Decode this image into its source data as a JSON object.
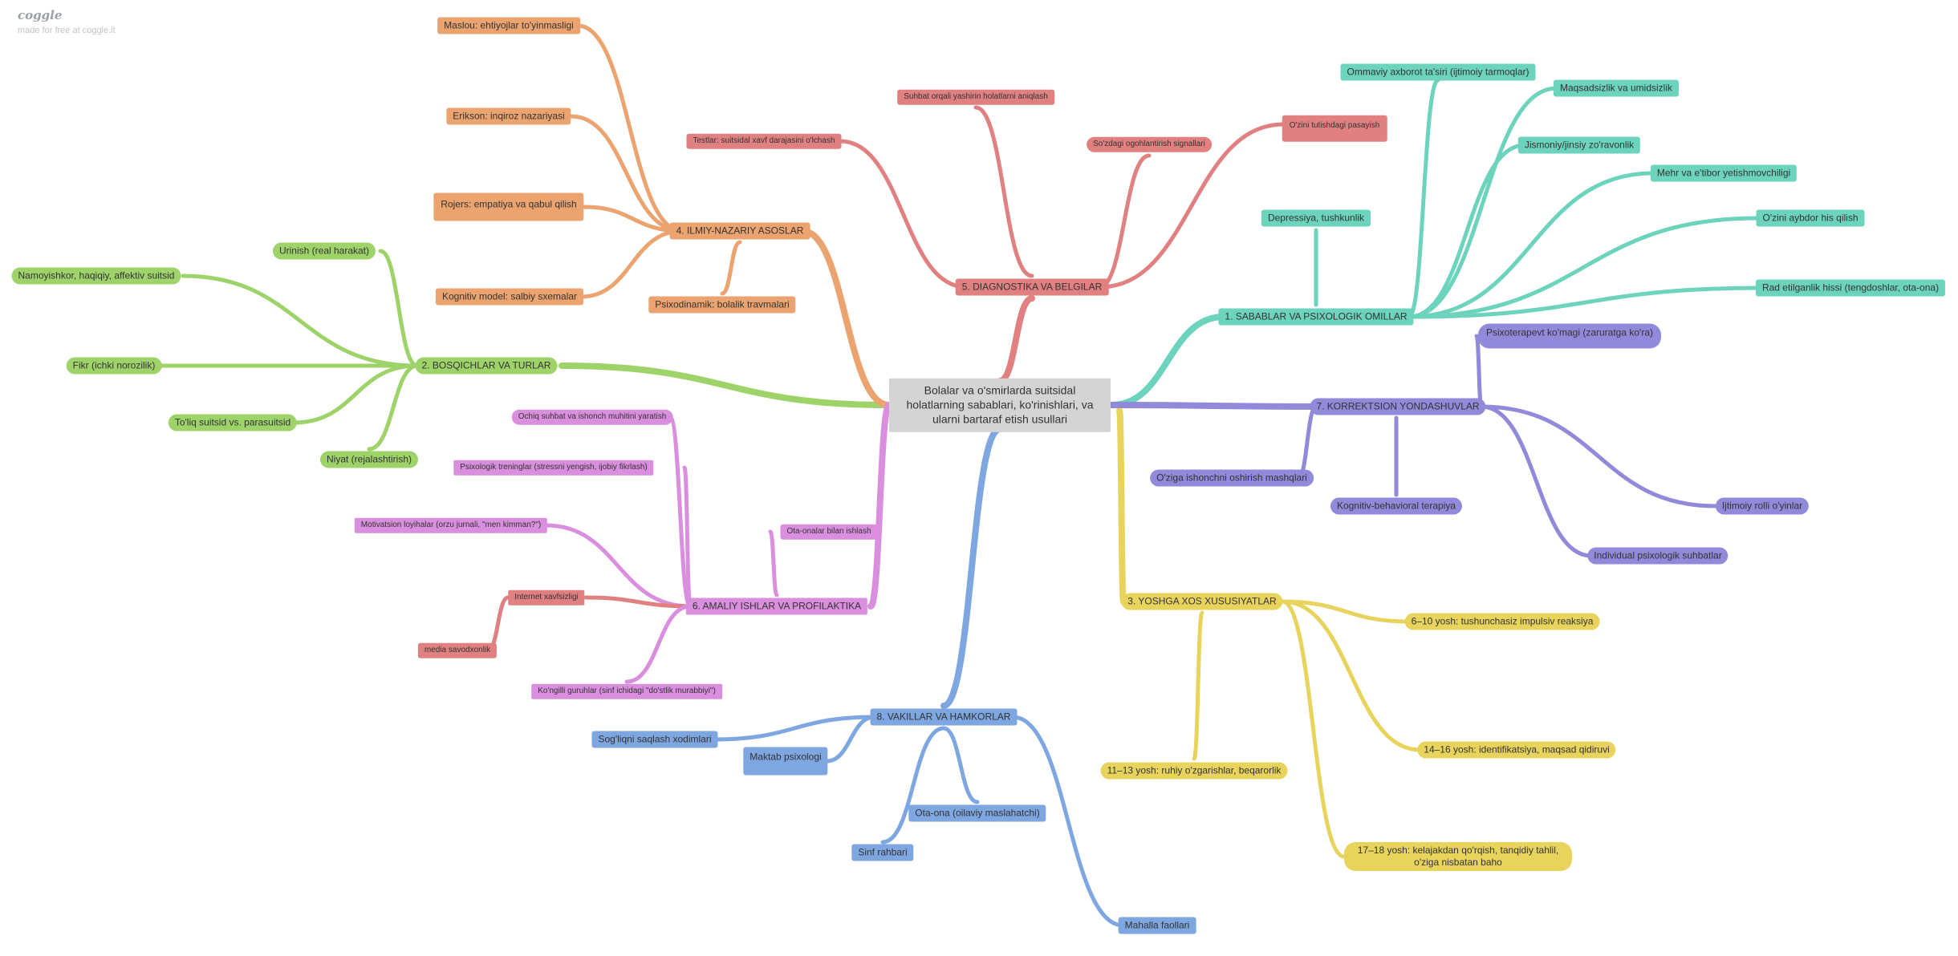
{
  "brand": {
    "logo": "coggle",
    "tagline": "made for free at coggle.it"
  },
  "colors": {
    "root": "#d4d4d4",
    "teal": "#6cd3bc",
    "green": "#9ed36a",
    "orange": "#eba36f",
    "red": "#e08080",
    "purple": "#9189da",
    "yellow": "#e8d35c",
    "pink": "#da8fde",
    "blue": "#7ea6e0"
  },
  "root": {
    "text": "Bolalar va o'smirlarda suitsidal holatlarning sabablari, ko'rinishlari, va ularni bartaraf etish usullari"
  },
  "branches": [
    {
      "id": "b1",
      "label": "1. SABABLAR VA PSIXOLOGIK OMILLAR",
      "color": "teal",
      "children": [
        {
          "label": "Ommaviy axborot ta'siri (ijtimoiy tarmoqlar)"
        },
        {
          "label": "Maqsadsizlik va umidsizlik"
        },
        {
          "label": "Jismoniy/jinsiy zo'ravonlik"
        },
        {
          "label": "Mehr va e'tibor yetishmovchiligi"
        },
        {
          "label": "O'zini aybdor his qilish"
        },
        {
          "label": "Rad etilganlik hissi (tengdoshlar, ota-ona)"
        },
        {
          "label": "Depressiya, tushkunlik"
        }
      ]
    },
    {
      "id": "b2",
      "label": "2. BOSQICHLAR VA TURLAR",
      "color": "green",
      "children": [
        {
          "label": "Urinish (real harakat)"
        },
        {
          "label": "Namoyishkor, haqiqiy, affektiv suitsid"
        },
        {
          "label": "Fikr (ichki norozilik)"
        },
        {
          "label": "To'liq suitsid vs. parasuitsid"
        },
        {
          "label": "Niyat (rejalashtirish)"
        }
      ]
    },
    {
      "id": "b3",
      "label": "3. YOSHGA XOS XUSUSIYATLAR",
      "color": "yellow",
      "children": [
        {
          "label": "6–10 yosh: tushunchasiz impulsiv reaksiya"
        },
        {
          "label": "11–13 yosh: ruhiy o'zgarishlar, beqarorlik"
        },
        {
          "label": "14–16 yosh: identifikatsiya, maqsad qidiruvi"
        },
        {
          "label": "17–18 yosh: kelajakdan qo'rqish, tanqidiy tahlil, o'ziga nisbatan baho"
        }
      ]
    },
    {
      "id": "b4",
      "label": "4. ILMIY-NAZARIY ASOSLAR",
      "color": "orange",
      "children": [
        {
          "label": "Maslou: ehtiyojlar to'yinmasligi"
        },
        {
          "label": "Erikson: inqiroz nazariyasi"
        },
        {
          "label": "Rojers: empatiya va qabul qilish"
        },
        {
          "label": "Kognitiv model: salbiy sxemalar"
        },
        {
          "label": "Psixodinamik: bolalik travmalari"
        }
      ]
    },
    {
      "id": "b5",
      "label": "5. DIAGNOSTIKA VA BELGILAR",
      "color": "red",
      "children": [
        {
          "label": "Suhbat orqali yashirin holatlarni aniqlash"
        },
        {
          "label": "Testlar: suitsidal xavf darajasini o'lchash"
        },
        {
          "label": "So'zdagi ogohlantirish signallari"
        },
        {
          "label": "O'zini tutishdagi pasayish"
        }
      ]
    },
    {
      "id": "b6",
      "label": "6. AMALIY ISHLAR VA PROFILAKTIKA",
      "color": "pink",
      "children": [
        {
          "label": "Ochiq suhbat va ishonch muhitini yaratish"
        },
        {
          "label": "Psixologik treninglar (stressni yengish, ijobiy fikrlash)"
        },
        {
          "label": "Motivatsion loyihalar (orzu jurnali, \"men kimman?\")"
        },
        {
          "label": "Ota-onalar bilan ishlash"
        },
        {
          "label": "Internet xavfsizligi",
          "children": [
            {
              "label": "media savodxonlik"
            }
          ]
        },
        {
          "label": "Ko'ngilli guruhlar (sinf ichidagi \"do'stlik murabbiyi\")"
        }
      ]
    },
    {
      "id": "b7",
      "label": "7. KORREKTSION YONDASHUVLAR",
      "color": "purple",
      "children": [
        {
          "label": "Psixoterapevt ko'magi (zaruratga ko'ra)"
        },
        {
          "label": "O'ziga ishonchni oshirish mashqlari"
        },
        {
          "label": "Kognitiv-behavioral terapiya"
        },
        {
          "label": "Ijtimoiy rolli o'yinlar"
        },
        {
          "label": "Individual psixologik suhbatlar"
        }
      ]
    },
    {
      "id": "b8",
      "label": "8. VAKILLAR VA HAMKORLAR",
      "color": "blue",
      "children": [
        {
          "label": "Sog'liqni saqlash xodimlari"
        },
        {
          "label": "Maktab psixologi"
        },
        {
          "label": "Ota-ona (oilaviy maslahatchi)"
        },
        {
          "label": "Sinf rahbari"
        },
        {
          "label": "Mahalla faollari"
        }
      ]
    }
  ]
}
